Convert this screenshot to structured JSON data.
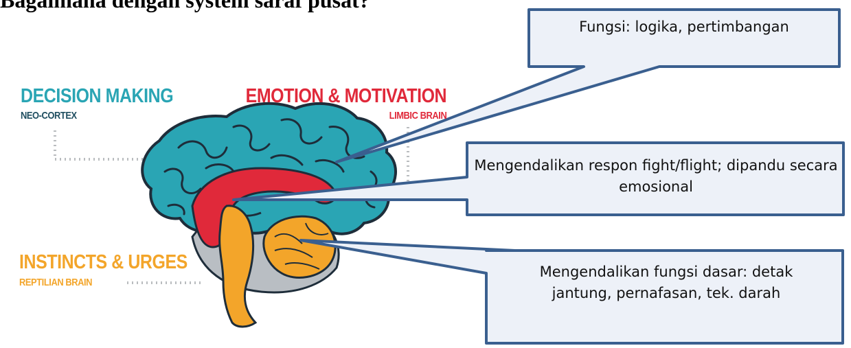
{
  "heading": "Bagaimana dengan system saraf pusat?",
  "brain_labels": {
    "decision_title": "DECISION MAKING",
    "decision_sub": "NEO-CORTEX",
    "emotion_title": "EMOTION & MOTIVATION",
    "emotion_sub": "LIMBIC BRAIN",
    "instinct_title": "INSTINCTS & URGES",
    "instinct_sub": "REPTILIAN BRAIN"
  },
  "callouts": {
    "neocortex": "Fungsi: logika, pertimbangan",
    "limbic": "Mengendalikan respon fight/flight; dipandu secara emosional",
    "reptilian": "Mengendalikan fungsi dasar: detak jantung, pernafasan, tek. darah"
  },
  "colors": {
    "neocortex": "#2aa5b4",
    "limbic": "#e0293a",
    "reptilian": "#f3a52a",
    "cerebellum_gray": "#b9bec3",
    "outline": "#1e2d3a",
    "callout_border": "#3a5f8f",
    "callout_fill": "#edf1f8"
  }
}
